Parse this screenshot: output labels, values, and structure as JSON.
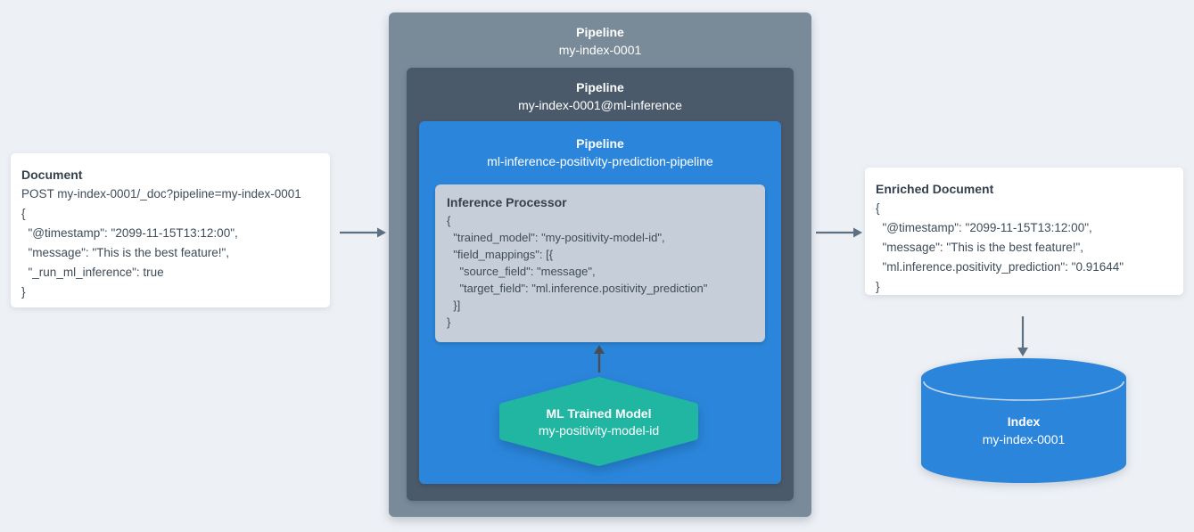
{
  "colors": {
    "background": "#edf1f6",
    "outer_pipeline_box": "#798a99",
    "ml_inference_pipeline_box": "#4a5a6b",
    "inference_pipeline_box": "#2b86db",
    "processor_box": "#c6cfd9",
    "model_hexagon": "#20b6a2",
    "index_cylinder": "#2b86db",
    "card_background": "#ffffff",
    "dark_text": "#3e4c59",
    "light_text": "#ffffff",
    "arrow_gray": "#5f7080",
    "arrow_dark": "#474d52"
  },
  "document_card": {
    "title": "Document",
    "lines": [
      "POST my-index-0001/_doc?pipeline=my-index-0001",
      "{",
      "  \"@timestamp\": \"2099-11-15T13:12:00\",",
      "  \"message\": \"This is the best feature!\",",
      "  \"_run_ml_inference\": true",
      "}"
    ]
  },
  "pipeline_outer": {
    "label": "Pipeline",
    "name": "my-index-0001"
  },
  "pipeline_ml_inference": {
    "label": "Pipeline",
    "name": "my-index-0001@ml-inference"
  },
  "pipeline_inference": {
    "label": "Pipeline",
    "name": "ml-inference-positivity-prediction-pipeline"
  },
  "inference_processor": {
    "title": "Inference Processor",
    "lines": [
      "{",
      "  \"trained_model\": \"my-positivity-model-id\",",
      "  \"field_mappings\": [{",
      "    \"source_field\": \"message\",",
      "    \"target_field\": \"ml.inference.positivity_prediction\"",
      "  }]",
      "}"
    ]
  },
  "ml_trained_model": {
    "label": "ML Trained Model",
    "name": "my-positivity-model-id"
  },
  "enriched_document_card": {
    "title": "Enriched Document",
    "lines": [
      "{",
      "  \"@timestamp\": \"2099-11-15T13:12:00\",",
      "  \"message\": \"This is the best feature!\",",
      "  \"ml.inference.positivity_prediction\": \"0.91644\"",
      "}"
    ]
  },
  "index": {
    "label": "Index",
    "name": "my-index-0001"
  }
}
